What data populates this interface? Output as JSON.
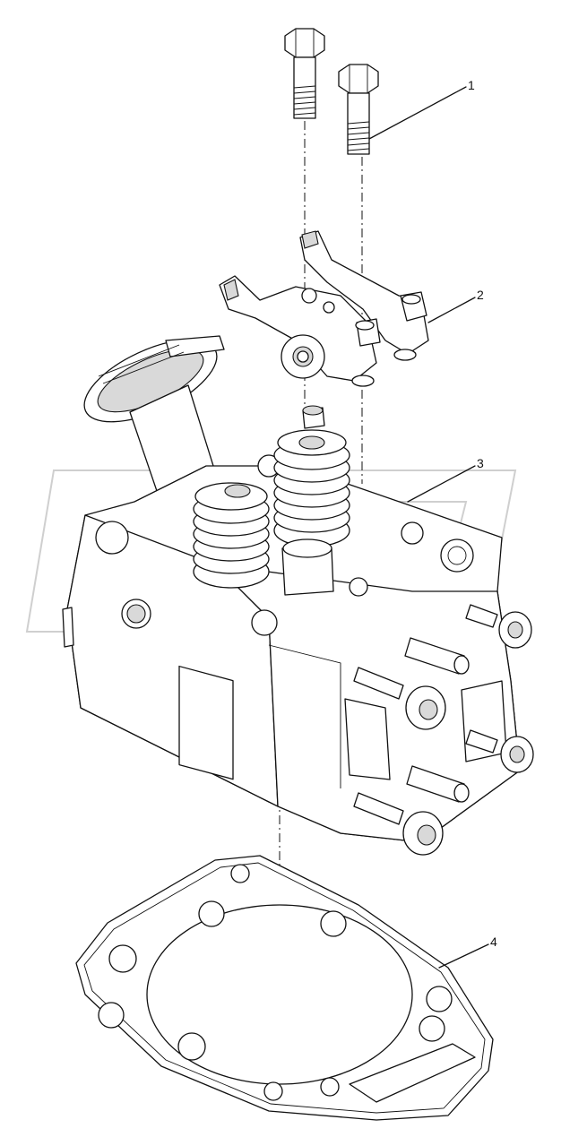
{
  "callouts": [
    {
      "id": "1",
      "part": "bolt"
    },
    {
      "id": "2",
      "part": "rocker-arm-assembly"
    },
    {
      "id": "3",
      "part": "cylinder-head"
    },
    {
      "id": "4",
      "part": "cylinder-head-gasket"
    }
  ],
  "colors": {
    "line": "#111111",
    "shade": "#d9d9d9",
    "watermark": "#cfcfcf",
    "background": "#ffffff"
  }
}
